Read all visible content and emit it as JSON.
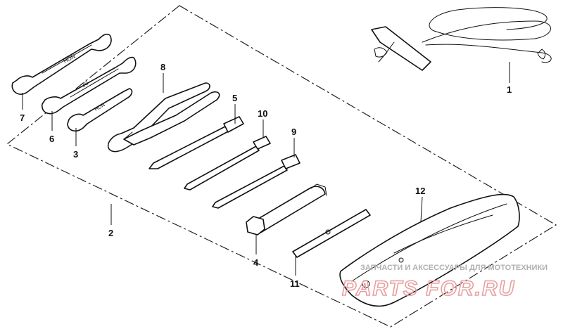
{
  "diagram": {
    "callouts": {
      "c1": "1",
      "c2": "2",
      "c3": "3",
      "c4": "4",
      "c5": "5",
      "c6": "6",
      "c7": "7",
      "c8": "8",
      "c9": "9",
      "c10": "10",
      "c11": "11",
      "c12": "12"
    },
    "watermark": {
      "caption": "ЗАПЧАСТИ И АКСЕССУАРЫ ДЛЯ МОТОТЕХНИКИ",
      "site": "PARTS FOR.RU",
      "color": "#e8a0a0"
    }
  }
}
